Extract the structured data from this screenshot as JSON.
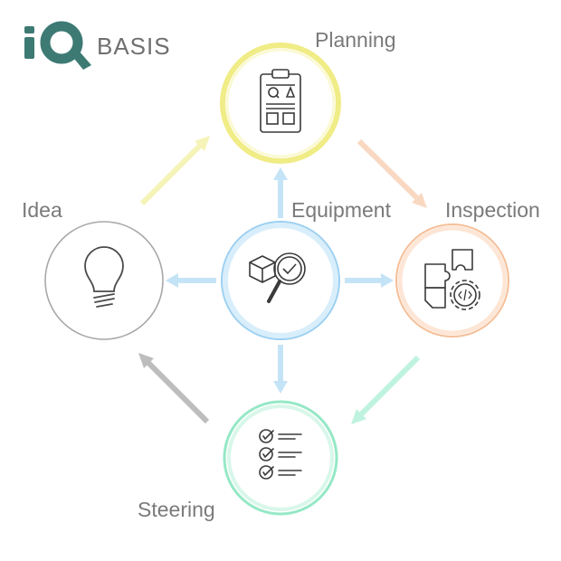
{
  "brand": {
    "logo_text": "iQ",
    "name": "BASIS",
    "color": "#3d7a73"
  },
  "nodes": {
    "planning": {
      "label": "Planning",
      "icon": "clipboard-qa-icon",
      "color": "#f3ef9a"
    },
    "idea": {
      "label": "Idea",
      "icon": "lightbulb-icon",
      "color": "#b5b5b5"
    },
    "equipment": {
      "label": "Equipment",
      "icon": "box-magnifier-check-icon",
      "color": "#a8d4f2"
    },
    "inspection": {
      "label": "Inspection",
      "icon": "puzzle-gear-icon",
      "color": "#f7c9a8"
    },
    "steering": {
      "label": "Steering",
      "icon": "checklist-icon",
      "color": "#a3ecd0"
    }
  },
  "flows": [
    {
      "from": "idea",
      "to": "planning"
    },
    {
      "from": "planning",
      "to": "inspection"
    },
    {
      "from": "inspection",
      "to": "steering"
    },
    {
      "from": "steering",
      "to": "idea"
    },
    {
      "from": "equipment",
      "to": "planning"
    },
    {
      "from": "equipment",
      "to": "idea"
    },
    {
      "from": "equipment",
      "to": "inspection"
    },
    {
      "from": "equipment",
      "to": "steering"
    }
  ]
}
